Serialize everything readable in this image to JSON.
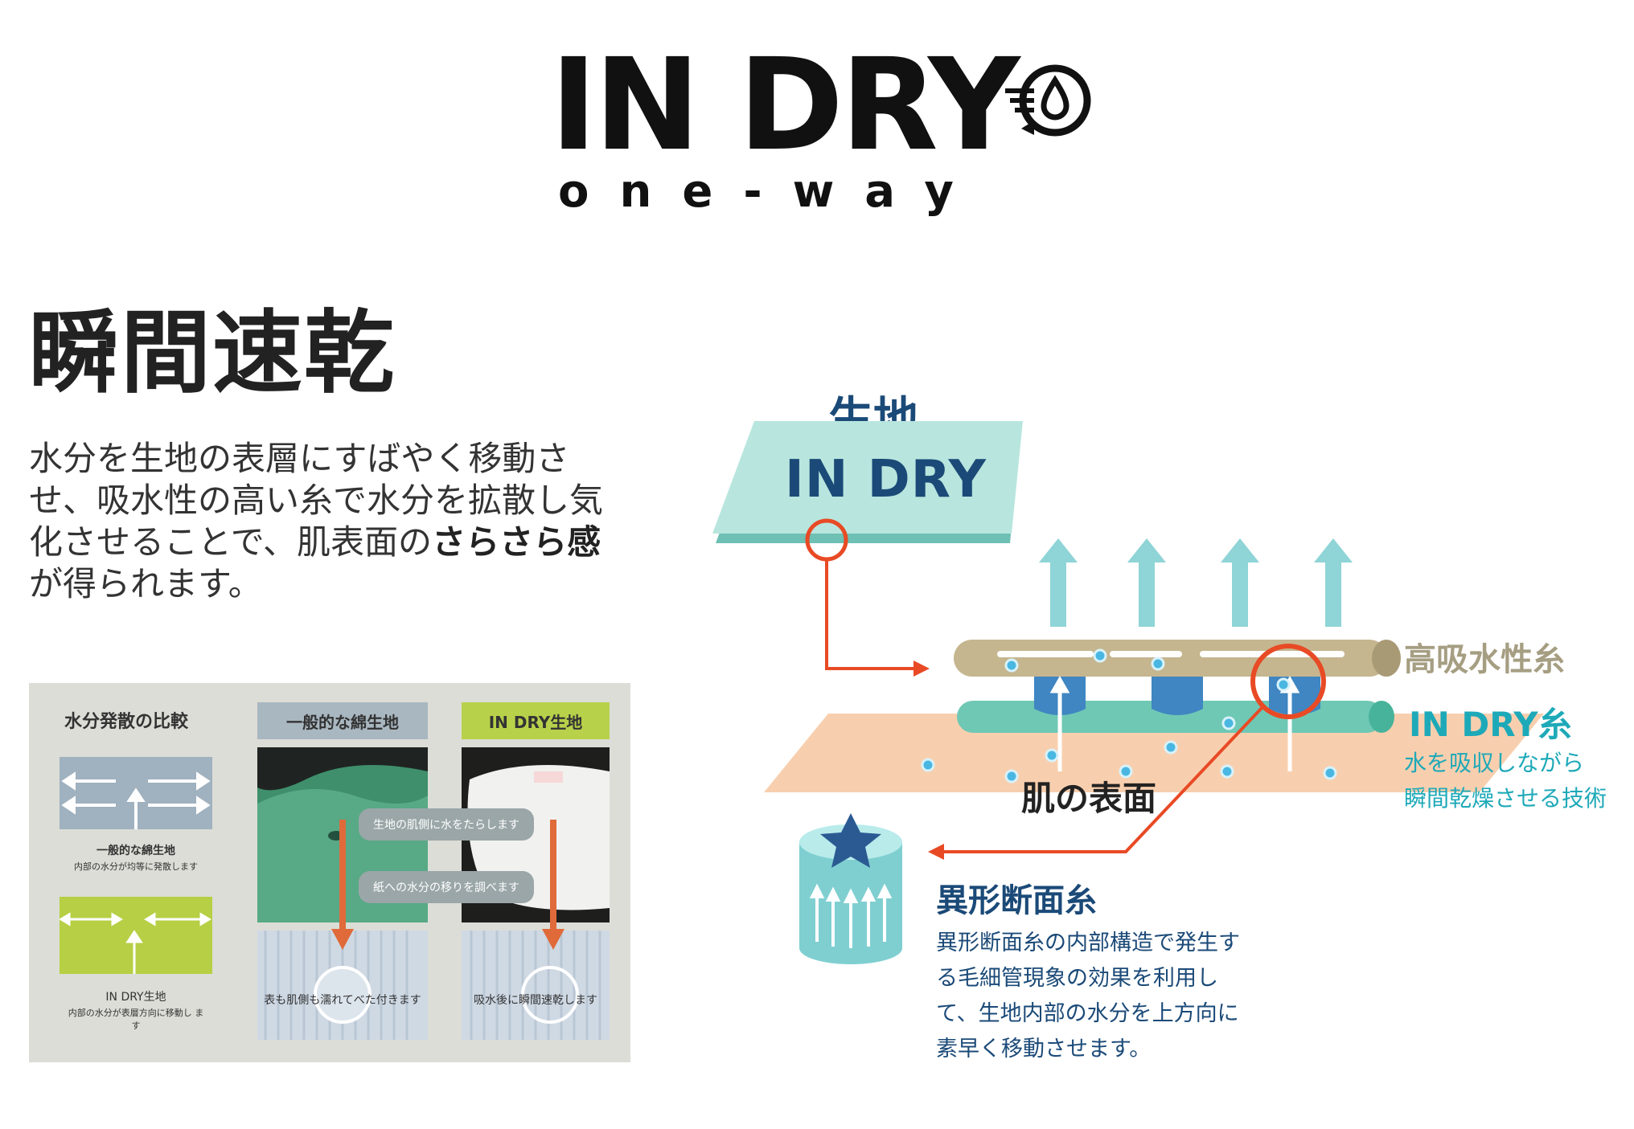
{
  "logo": {
    "title": "IN DRY",
    "subtitle": "one-way"
  },
  "heading": "瞬間速乾",
  "description": {
    "lines": [
      "水分を生地の表層にすばやく移動さ",
      "せ、吸水性の高い糸で水分を拡散し気",
      "化させることで、肌表面の"
    ],
    "emphasis": "さらさら感",
    "tail": "が得られます。"
  },
  "panel": {
    "title": "水分発散の比較",
    "left_items": [
      {
        "title": "一般的な綿生地",
        "caption": "内部の水分が均等に発散します"
      },
      {
        "title": "IN DRY生地",
        "caption": "内部の水分が表層方向に移動し ます"
      }
    ],
    "columns": [
      {
        "header": "一般的な綿生地",
        "result": "表も肌側も濡れてべた付きます"
      },
      {
        "header": "IN DRY生地",
        "result": "吸水後に瞬間速乾します"
      }
    ],
    "step1": "生地の肌側に水をたらします",
    "step2": "紙への水分の移りを調べます",
    "colors": {
      "gray_box": "#a0b1bf",
      "green_box": "#b6cf44",
      "cotton_header": "#a9b7c1",
      "indry_header": "#b7d14a"
    }
  },
  "diagram": {
    "fabric_label": "生地",
    "fabric_name": "IN DRY",
    "high_absorb_label": "高吸水性糸",
    "indry_yarn_label": "IN DRY糸",
    "indry_yarn_desc": [
      "水を吸収しながら",
      "瞬間乾燥させる技術"
    ],
    "skin_label": "肌の表面",
    "cross_section_label": "異形断面糸",
    "cross_section_desc": [
      "異形断面糸の内部構造で発生す",
      "る毛細管現象の効果を利用し",
      "て、生地内部の水分を上方向に",
      "素早く移動させます。"
    ],
    "colors": {
      "navy": "#1b4a78",
      "teal": "#1ea9b8",
      "orange": "#e84a25",
      "tan": "#c5b68f",
      "mint": "#6fc8b4",
      "skin": "#f8cfae",
      "fabric": "#b8e6de"
    }
  }
}
